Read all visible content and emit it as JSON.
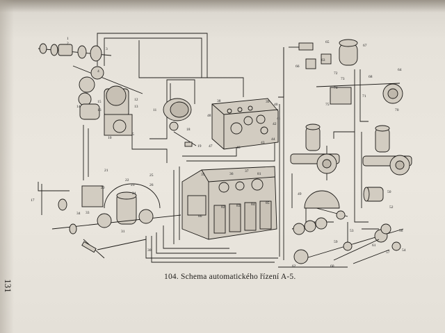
{
  "caption": "104. Schema automatického řízení A-5.",
  "page_number": "131",
  "part_labels": {
    "p1": "1",
    "p2": "2",
    "p3": "3",
    "p4": "4",
    "p5": "5",
    "p10": "10",
    "p11": "11",
    "p12": "12",
    "p13": "13",
    "p14": "14",
    "p15": "15",
    "p16": "16",
    "p17": "17",
    "p18": "18",
    "p19": "19",
    "p20": "20",
    "p21": "21",
    "p22": "22",
    "p23": "23",
    "p24": "24",
    "p25": "25",
    "p26": "26",
    "p30": "30",
    "p31": "31",
    "p33": "33",
    "p34": "34",
    "p35": "35",
    "p36": "36",
    "p37": "37",
    "p38": "38",
    "p39": "39",
    "p40": "40",
    "p41": "41",
    "p42": "42",
    "p43": "43",
    "p44": "44",
    "p46": "46",
    "p47": "47",
    "p48": "48",
    "p49": "49",
    "p50": "50",
    "p52": "52",
    "p53": "53",
    "p54": "54",
    "p57": "57",
    "p58": "58",
    "p59": "59",
    "p60": "60",
    "p61": "61",
    "p62": "62",
    "p63": "63",
    "p64": "64",
    "p65": "65",
    "p66": "66",
    "p67": "67",
    "p68": "68",
    "p70": "70",
    "p71": "71",
    "p72": "72",
    "p73": "73",
    "p74": "74",
    "p75": "75",
    "p80": "80",
    "p81": "81",
    "p82": "82",
    "p83": "83",
    "p84": "84",
    "p85": "85"
  }
}
